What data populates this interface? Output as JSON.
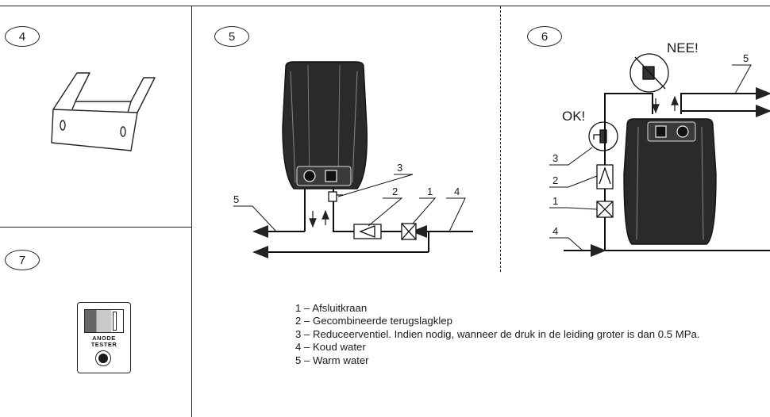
{
  "panels": {
    "p4": "4",
    "p5": "5",
    "p6": "6",
    "p7": "7"
  },
  "diagram5": {
    "callouts": [
      "1",
      "2",
      "3",
      "4",
      "5"
    ]
  },
  "diagram6": {
    "ok_label": "OK!",
    "nee_label": "NEE!",
    "callouts": [
      "1",
      "2",
      "3",
      "4",
      "5"
    ]
  },
  "anode_tester": {
    "line1": "ANODE",
    "line2": "TESTER"
  },
  "legend": [
    "1 – Afsluitkraan",
    "2 – Gecombineerde terugslagklep",
    "3 – Reduceerventiel. Indien nodig, wanneer de druk in de leiding groter is dan 0.5 MPa.",
    "4 – Koud water",
    "5 – Warm water"
  ]
}
